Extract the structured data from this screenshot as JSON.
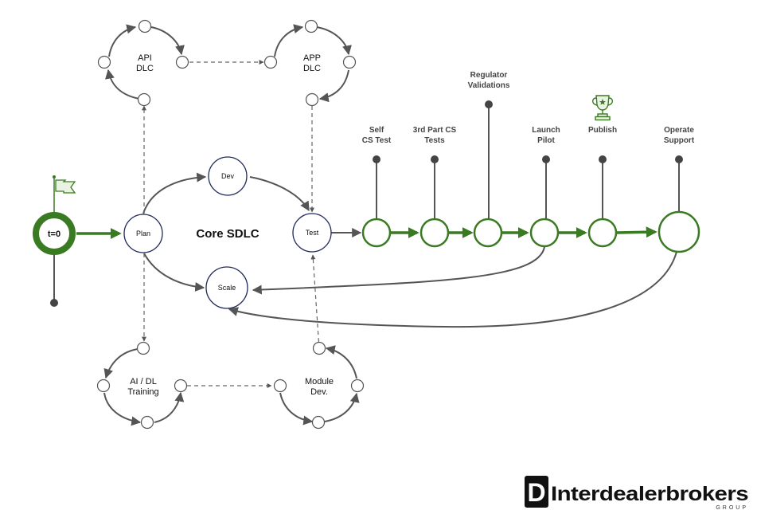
{
  "diagram": {
    "title": "Core SDLC",
    "start": {
      "label": "t=0"
    },
    "core_nodes": {
      "plan": "Plan",
      "dev": "Dev",
      "test": "Test",
      "scale": "Scale"
    },
    "side_cycles": {
      "api": {
        "line1": "API",
        "line2": "DLC"
      },
      "app": {
        "line1": "APP",
        "line2": "DLC"
      },
      "ai": {
        "line1": "AI / DL",
        "line2": "Training"
      },
      "module": {
        "line1": "Module",
        "line2": "Dev."
      }
    },
    "gates": [
      {
        "line1": "Self",
        "line2": "CS Test"
      },
      {
        "line1": "3rd Part CS",
        "line2": "Tests"
      },
      {
        "line1": "Regulator",
        "line2": "Validations"
      },
      {
        "line1": "Launch",
        "line2": "Pilot"
      },
      {
        "line1": "Publish",
        "line2": ""
      },
      {
        "line1": "Operate",
        "line2": "Support"
      }
    ],
    "colors": {
      "green": "#3a7a23",
      "node_border": "#1f2a5a",
      "line": "#555555"
    },
    "icons": {
      "start_marker": "flag-icon",
      "publish_marker": "trophy-icon"
    }
  },
  "logo": {
    "mark": "D",
    "name": "Interdealerbrokers",
    "sub": "GROUP"
  }
}
